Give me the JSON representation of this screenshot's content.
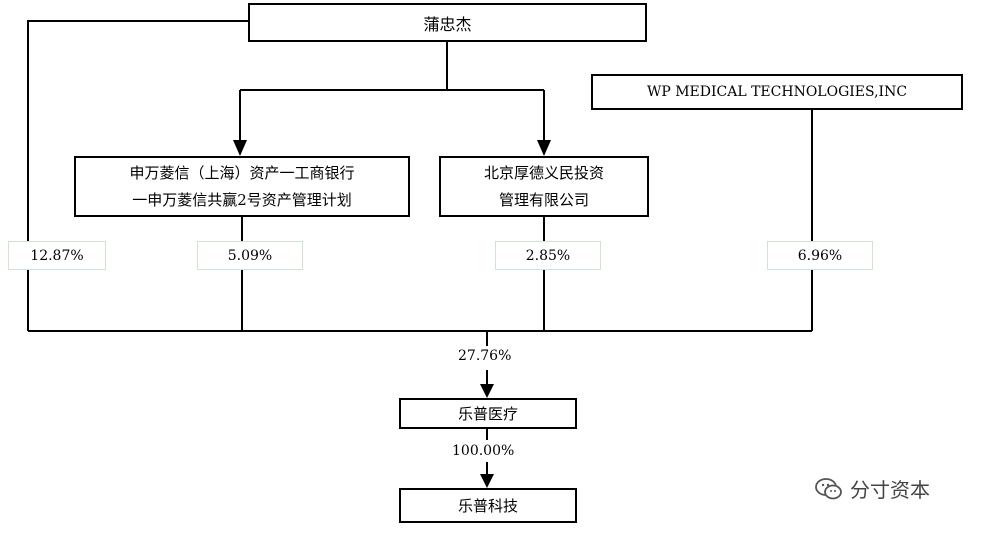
{
  "nodes": {
    "pu_zhongjie": "蒲忠杰",
    "wp_medical": "WP MEDICAL TECHNOLOGIES,INC",
    "shenwan_line1": "申万菱信（上海）资产一工商银行",
    "shenwan_line2": "一申万菱信共赢2号资产管理计划",
    "houde_line1": "北京厚德义民投资",
    "houde_line2": "管理有限公司",
    "lepu_medical": "乐普医疗",
    "lepu_tech": "乐普科技"
  },
  "percentages": {
    "pu_direct": "12.87%",
    "shenwan": "5.09%",
    "houde": "2.85%",
    "wp": "6.96%",
    "combined": "27.76%",
    "lepu_tech": "100.00%"
  },
  "watermark": {
    "text": "分寸资本",
    "icon": "wechat-icon"
  }
}
